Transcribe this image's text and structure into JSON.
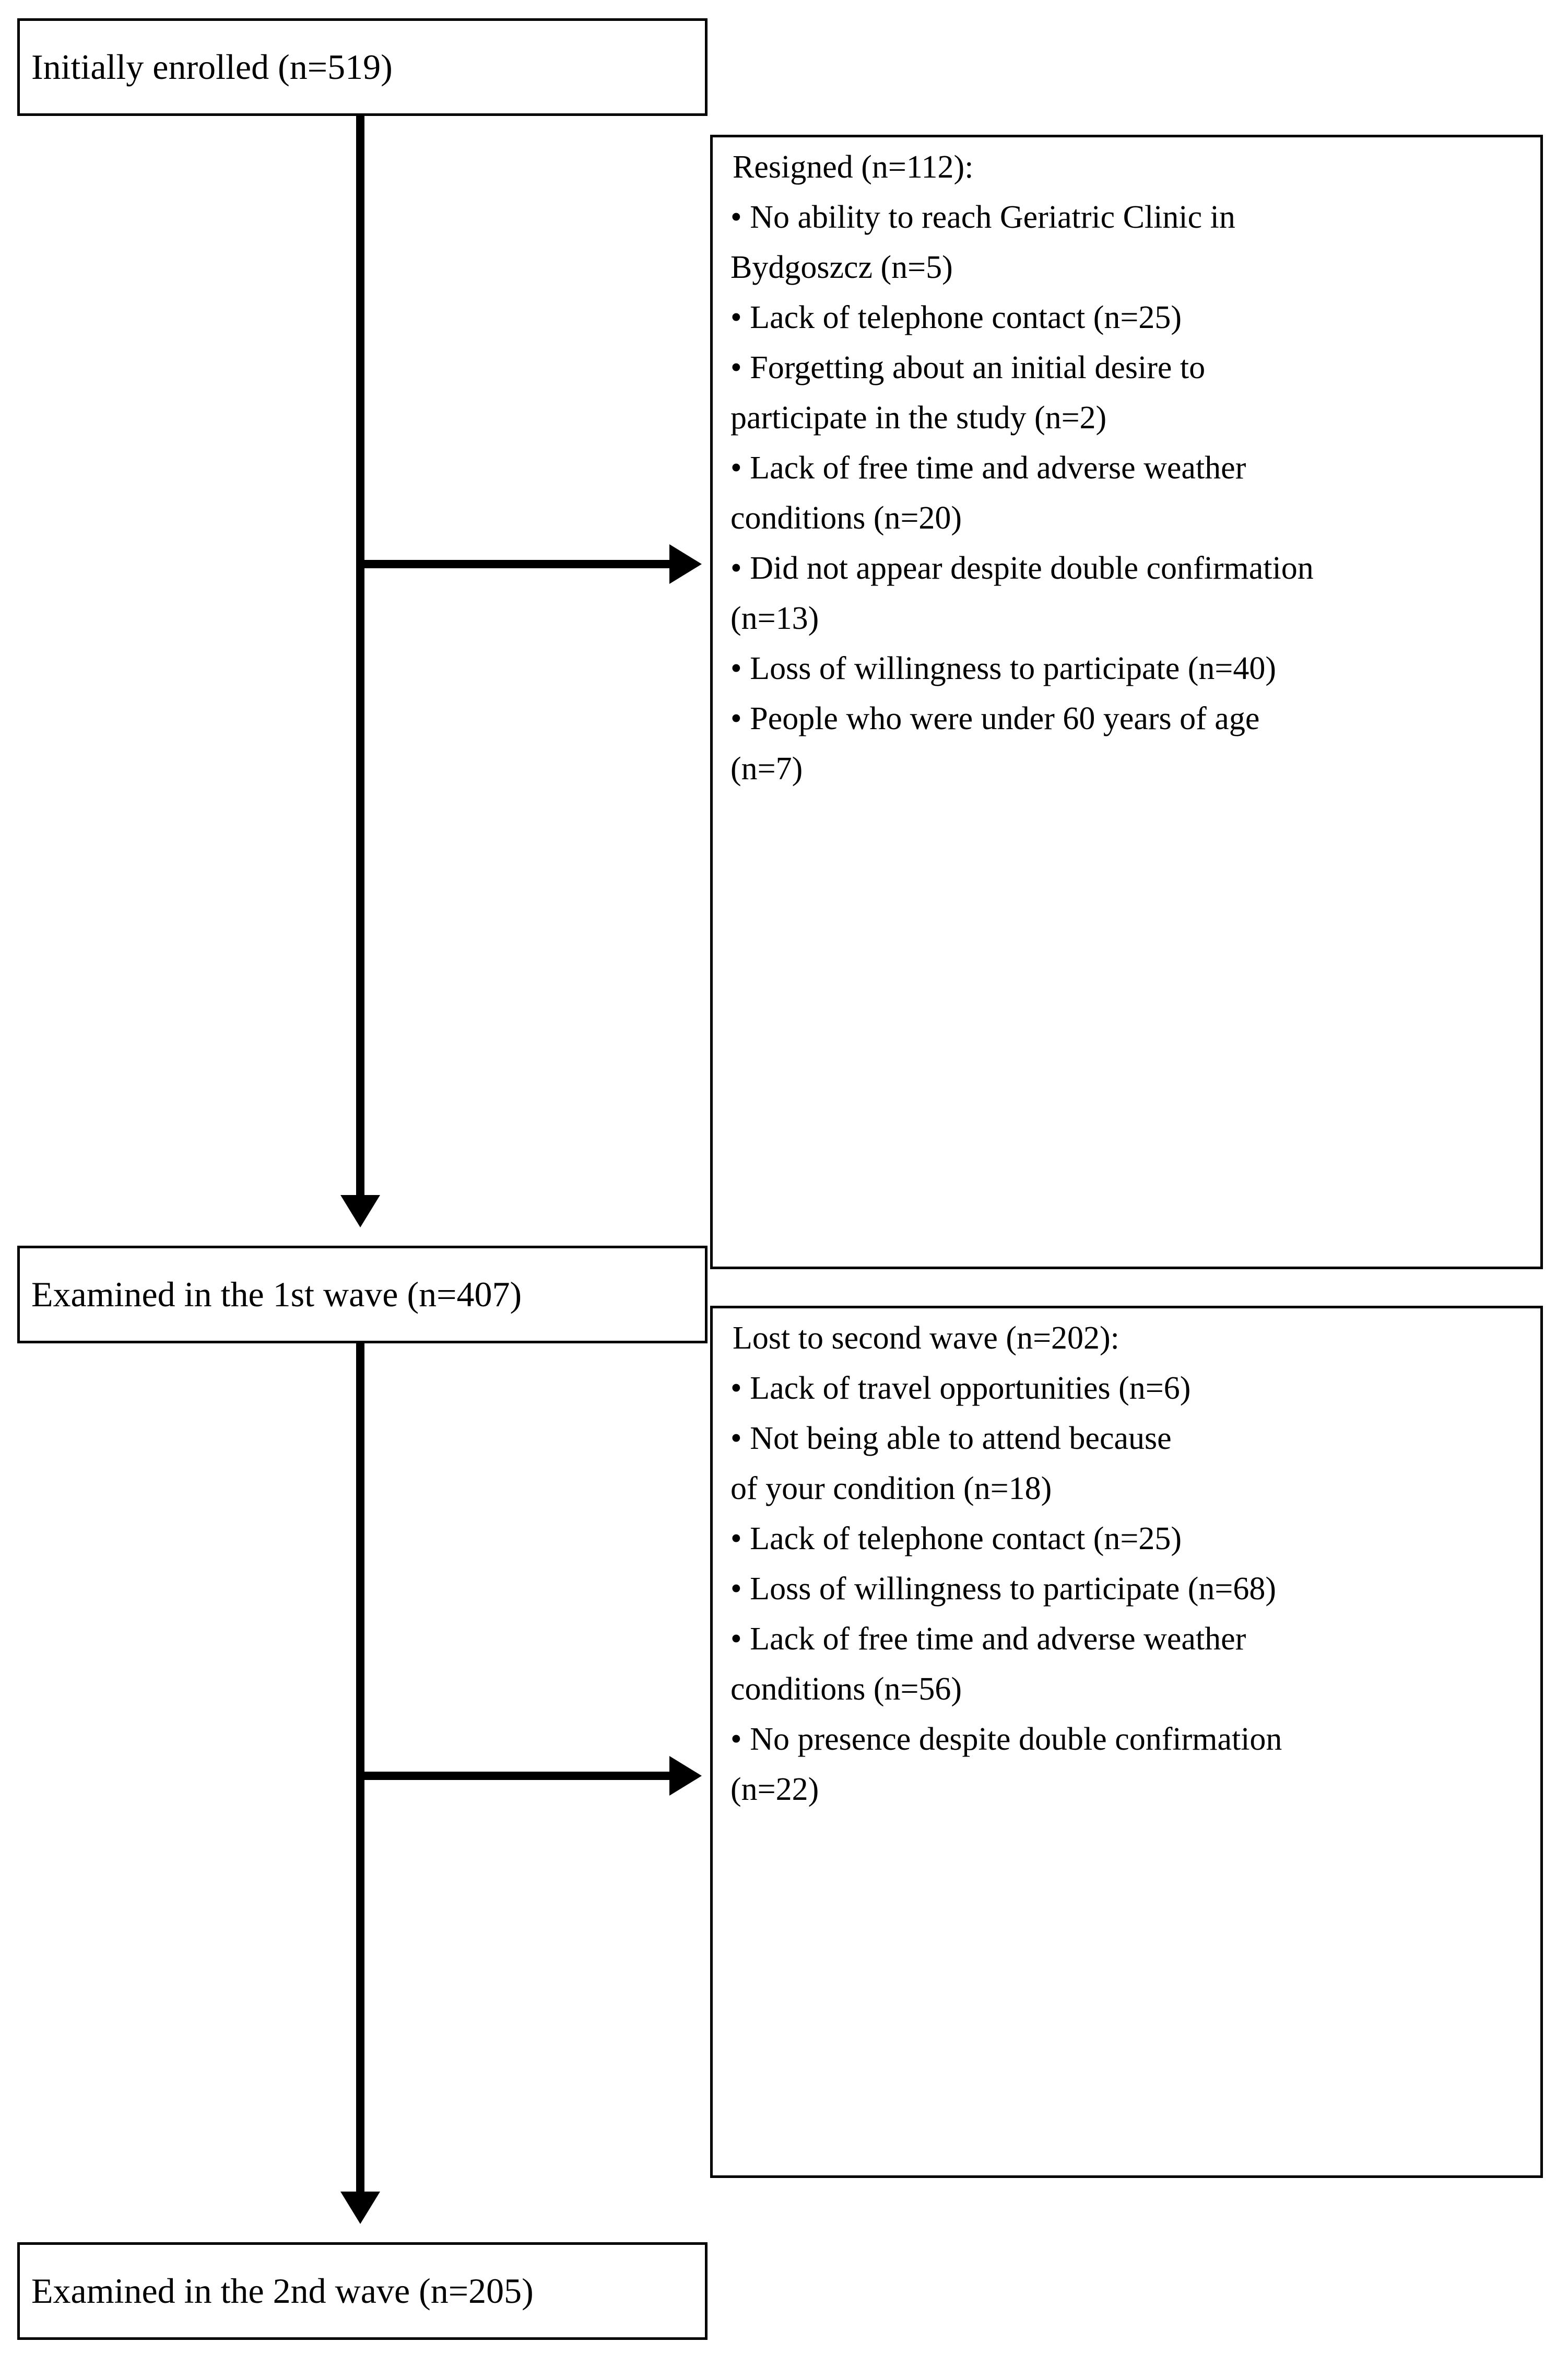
{
  "figure": {
    "type": "flow-diagram",
    "orientation": "vertical",
    "colors": {
      "stroke": "#000000",
      "background": "#ffffff",
      "text": "#000000"
    }
  },
  "nodes": {
    "enrolled": {
      "label": "Initially enrolled (n=519)",
      "count": 519
    },
    "wave1": {
      "label": "Examined in the 1st wave (n=407)",
      "count": 407
    },
    "wave2": {
      "label": "Examined in the 2nd wave (n=205)",
      "count": 205
    }
  },
  "exclusions": {
    "resigned": {
      "title": "Resigned (n=112):",
      "count": 112,
      "items": [
        {
          "line1": "• No ability to reach Geriatric Clinic in",
          "line2": "Bydgoszcz (n=5)",
          "count": 5
        },
        {
          "line1": "• Lack of telephone contact (n=25)",
          "line2": "",
          "count": 25
        },
        {
          "line1": "• Forgetting about an initial desire to",
          "line2": "participate in the study (n=2)",
          "count": 2
        },
        {
          "line1": "• Lack of free time and adverse weather",
          "line2": "conditions (n=20)",
          "count": 20
        },
        {
          "line1": "• Did not appear despite double confirmation",
          "line2": "(n=13)",
          "count": 13
        },
        {
          "line1": "• Loss of willingness to participate (n=40)",
          "line2": "",
          "count": 40
        },
        {
          "line1": "• People who were under 60 years of age",
          "line2": "(n=7)",
          "count": 7
        }
      ]
    },
    "lost_second_wave": {
      "title": "Lost to second wave (n=202):",
      "count": 202,
      "items": [
        {
          "line1": "• Lack of travel opportunities (n=6)",
          "line2": "",
          "count": 6
        },
        {
          "line1": "• Not being able to attend because",
          "line2": "of your condition (n=18)",
          "count": 18
        },
        {
          "line1": "• Lack of telephone contact (n=25)",
          "line2": "",
          "count": 25
        },
        {
          "line1": "• Loss of willingness to participate (n=68)",
          "line2": "",
          "count": 68
        },
        {
          "line1": "• Lack of free time and adverse weather",
          "line2": "conditions (n=56)",
          "count": 56
        },
        {
          "line1": "• No presence despite double confirmation",
          "line2": "(n=22)",
          "count": 22
        }
      ]
    }
  }
}
